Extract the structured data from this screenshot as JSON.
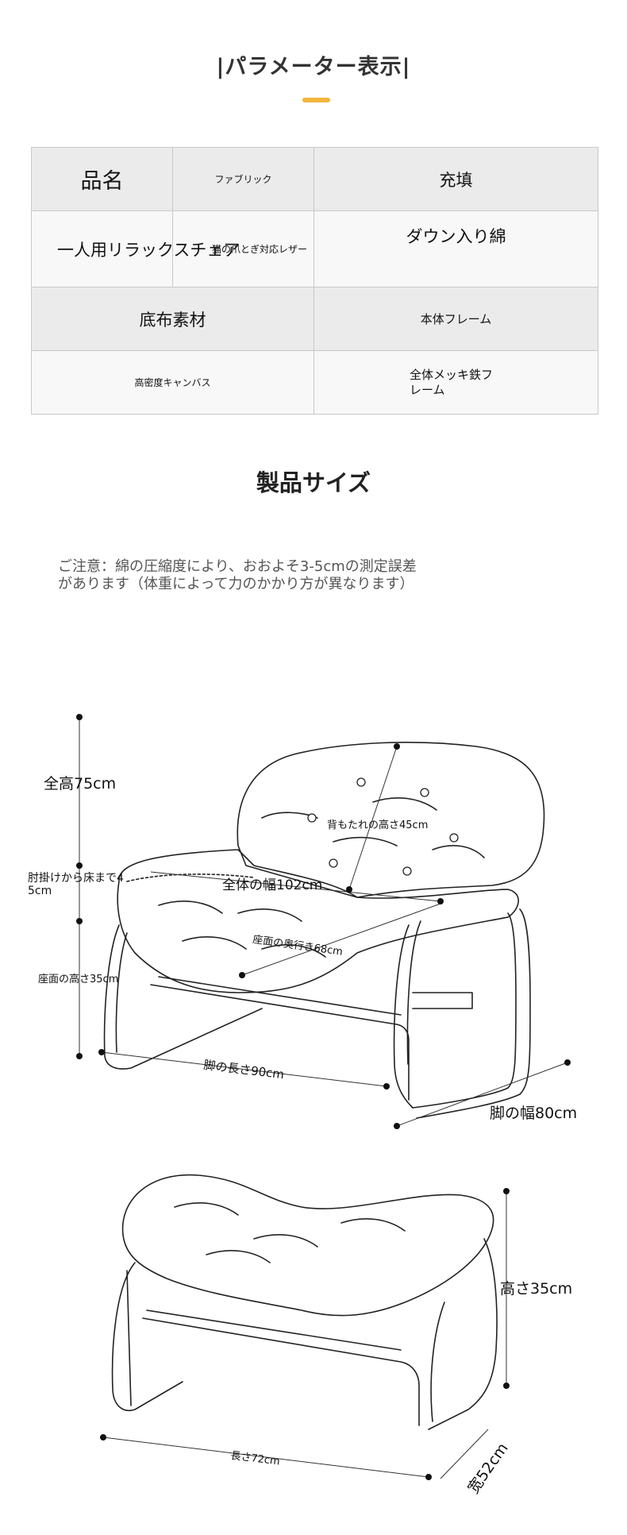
{
  "params": {
    "title": "|パラメーター表示|",
    "rows": [
      {
        "c1": "品名",
        "c2": "ファブリック",
        "c3": "充填"
      },
      {
        "c1": "一人用リラックスチェア",
        "c2": "猫の爪とぎ対応レザー",
        "c3": "ダウン入り綿"
      },
      {
        "c1": "底布素材",
        "c3": "本体フレーム"
      },
      {
        "c1": "高密度キャンバス",
        "c3_line1": "全体メッキ鉄フ",
        "c3_line2": "レーム"
      }
    ]
  },
  "size": {
    "title": "製品サイズ",
    "note_line1": "ご注意：綿の圧縮度により、おおよそ3-5cmの測定誤差",
    "note_line2": "があります（体重によって力のかかり方が異なります）"
  },
  "chair": {
    "total_height": "全高75cm",
    "armrest_line1": "肘掛けから床まで4",
    "armrest_line2": "5cm",
    "seat_height": "座面の高さ35cm",
    "backrest_height": "背もたれの高さ45cm",
    "total_width": "全体の幅102cm",
    "seat_depth": "座面の奥行き68cm",
    "leg_length": "脚の長さ90cm",
    "leg_width": "脚の幅80cm"
  },
  "ottoman": {
    "height": "高さ35cm",
    "length": "長さ72cm",
    "width": "宽52cm"
  }
}
